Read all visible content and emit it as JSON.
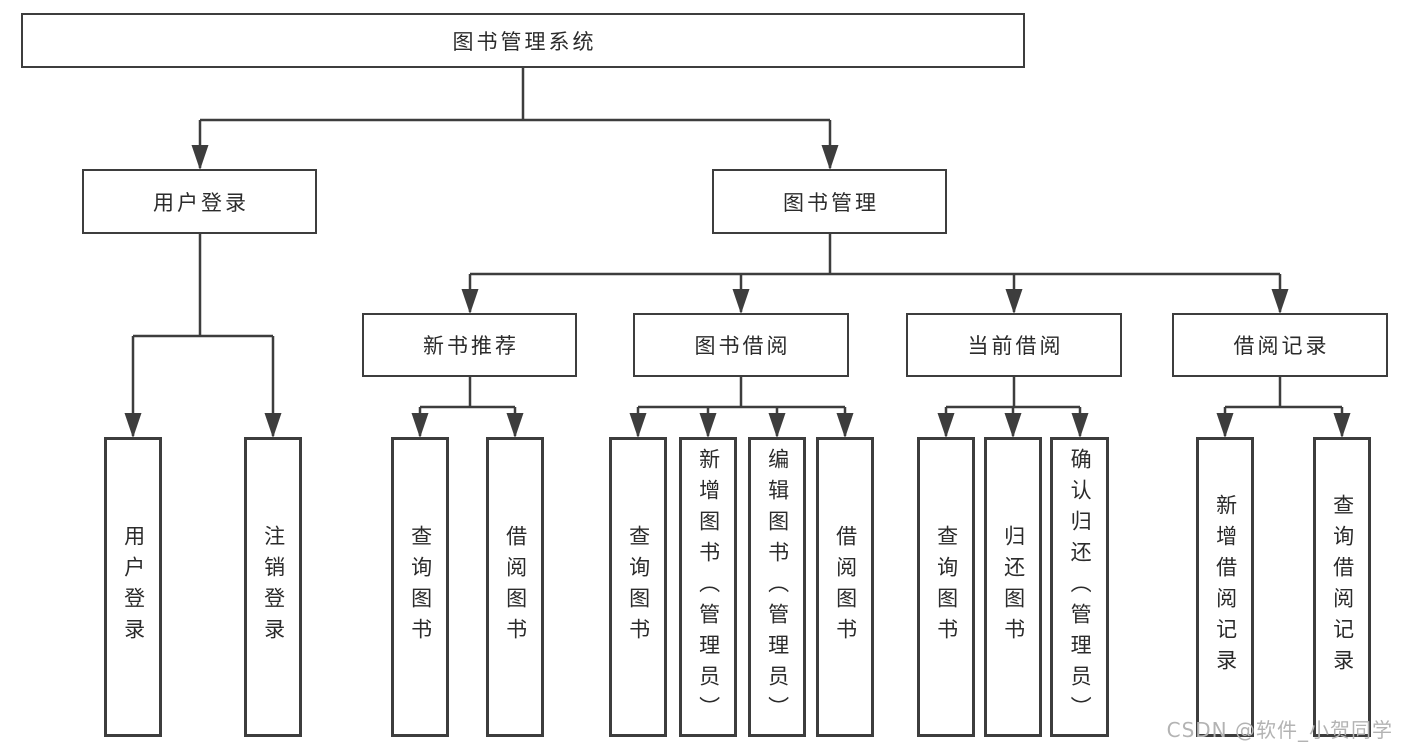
{
  "colors": {
    "line": "#3d3d3d",
    "text": "#2b2b2b",
    "watermark": "#b3b3b3",
    "background": "#ffffff"
  },
  "root": {
    "label": "图书管理系统"
  },
  "level2": [
    {
      "label": "用户登录"
    },
    {
      "label": "图书管理"
    }
  ],
  "level3": [
    {
      "label": "新书推荐"
    },
    {
      "label": "图书借阅"
    },
    {
      "label": "当前借阅"
    },
    {
      "label": "借阅记录"
    }
  ],
  "leaves": {
    "user_login_children": [
      {
        "label": "用户登录"
      },
      {
        "label": "注销登录"
      }
    ],
    "new_book_children": [
      {
        "label": "查询图书"
      },
      {
        "label": "借阅图书"
      }
    ],
    "book_borrow_children": [
      {
        "label": "查询图书"
      },
      {
        "label": "新增图书（管理员）"
      },
      {
        "label": "编辑图书（管理员）"
      },
      {
        "label": "借阅图书"
      }
    ],
    "current_borrow_children": [
      {
        "label": "查询图书"
      },
      {
        "label": "归还图书"
      },
      {
        "label": "确认归还（管理员）"
      }
    ],
    "borrow_record_children": [
      {
        "label": "新增借阅记录"
      },
      {
        "label": "查询借阅记录"
      }
    ]
  },
  "watermark": "CSDN @软件_小贺同学"
}
